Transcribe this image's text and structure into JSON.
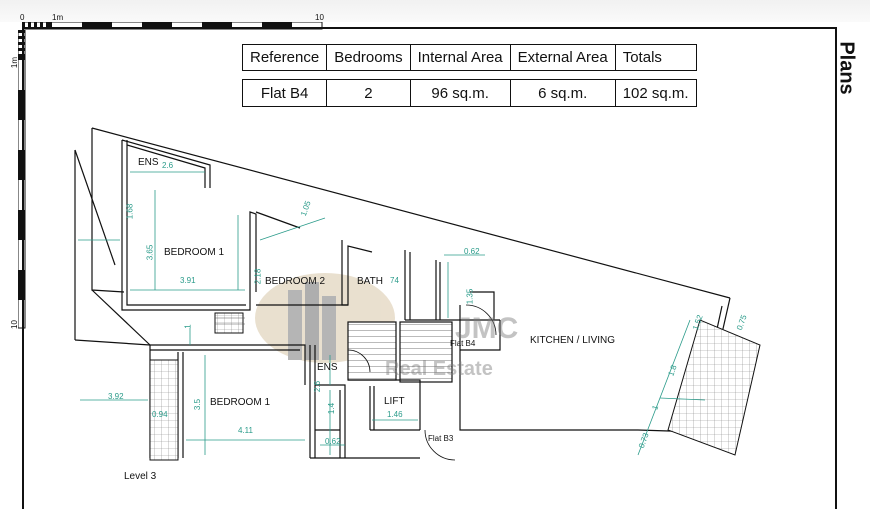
{
  "ruler": {
    "h_labels": [
      "0",
      "1m",
      "10"
    ],
    "v_labels": [
      "1m",
      "10"
    ]
  },
  "page_title": "Plans",
  "table": {
    "headers": [
      "Reference",
      "Bedrooms",
      "Internal Area",
      "External Area",
      "Totals"
    ],
    "row": [
      "Flat B4",
      "2",
      "96 sq.m.",
      "6 sq.m.",
      "102 sq.m."
    ]
  },
  "plan": {
    "rooms": {
      "ens_upper": "ENS",
      "bedroom1_upper": "BEDROOM 1",
      "bedroom2": "BEDROOM 2",
      "bath": "BATH",
      "kitchen_living": "KITCHEN / LIVING",
      "flat_b4": "Flat B4",
      "ens_lower": "ENS",
      "bedroom1_lower": "BEDROOM 1",
      "lift": "LIFT",
      "flat_b3": "Flat B3"
    },
    "dimensions": {
      "d_2_6_top": "2.6",
      "d_1_05": "1.05",
      "d_1_68": "1.68",
      "d_3_65": "3.65",
      "d_3_91": "3.91",
      "d_2_18": "2.18",
      "d_0_62_top": "0.62",
      "d_1_35": "1.35",
      "d_1_52": "1.52",
      "d_0_75": "0.75",
      "d_1_8": "1.8",
      "d_1": "1",
      "d_0_73": "0.73",
      "d_1_left": "1",
      "d_3_92": "3.92",
      "d_0_94": "0.94",
      "d_3_5": "3.5",
      "d_4_11": "4.11",
      "d_2_6_lower": "2.6",
      "d_1_4": "1.4",
      "d_1_46": "1.46",
      "d_0_62_bottom": "0.62",
      "d_74": "74"
    },
    "level_label": "Level 3",
    "watermark": {
      "mark": "JMC",
      "sub": "Real Estate"
    }
  },
  "colors": {
    "dimension": "#2a9b8a",
    "wall": "#111111",
    "watermark": "#c9b9a0"
  }
}
